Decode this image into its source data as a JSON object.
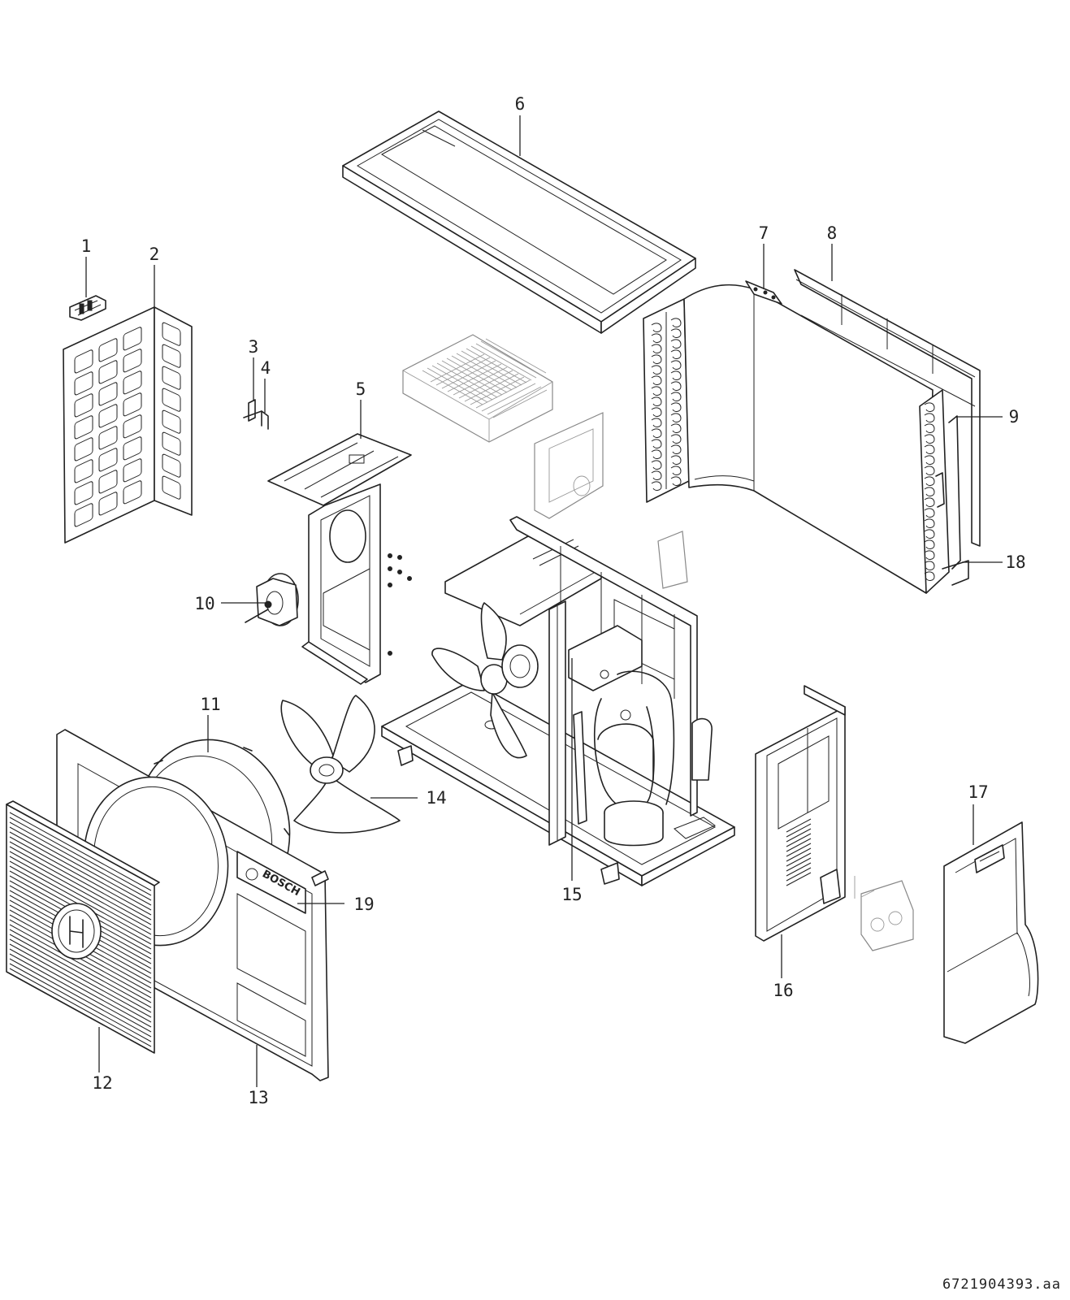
{
  "diagram": {
    "callouts": [
      {
        "id": "1",
        "label": "1"
      },
      {
        "id": "2",
        "label": "2"
      },
      {
        "id": "3",
        "label": "3"
      },
      {
        "id": "4",
        "label": "4"
      },
      {
        "id": "5",
        "label": "5"
      },
      {
        "id": "6",
        "label": "6"
      },
      {
        "id": "7",
        "label": "7"
      },
      {
        "id": "8",
        "label": "8"
      },
      {
        "id": "9",
        "label": "9"
      },
      {
        "id": "10",
        "label": "10"
      },
      {
        "id": "11",
        "label": "11"
      },
      {
        "id": "12",
        "label": "12"
      },
      {
        "id": "13",
        "label": "13"
      },
      {
        "id": "14",
        "label": "14"
      },
      {
        "id": "15",
        "label": "15"
      },
      {
        "id": "16",
        "label": "16"
      },
      {
        "id": "17",
        "label": "17"
      },
      {
        "id": "18",
        "label": "18"
      },
      {
        "id": "19",
        "label": "19"
      }
    ],
    "brand_logo_text": "BOSCH",
    "document_number": "6721904393.aa"
  }
}
